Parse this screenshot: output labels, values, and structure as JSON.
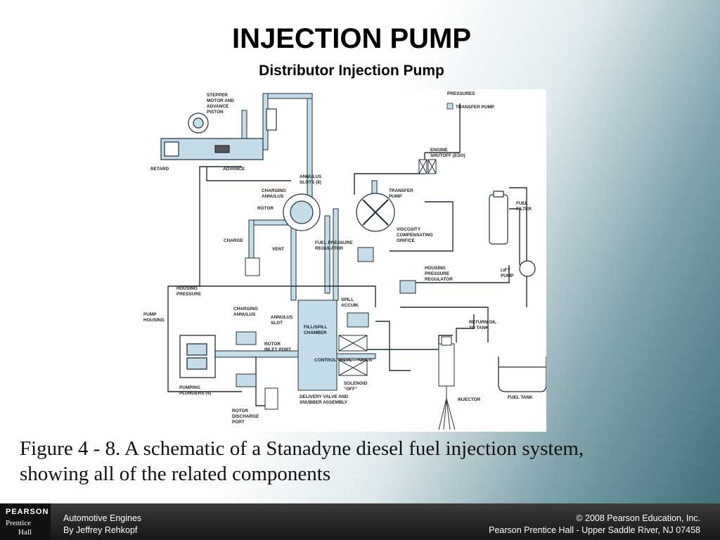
{
  "slide": {
    "title": "INJECTION PUMP",
    "subtitle": "Distributor Injection Pump",
    "caption_line1": "Figure 4 - 8. A schematic of a Stanadyne diesel fuel injection system,",
    "caption_line2": "showing all of the related components"
  },
  "diagram": {
    "legend_title": "PRESSURES",
    "legend_item": "TRANSFER PUMP",
    "legend_color": "#c5dde8",
    "labels": {
      "stepper_1": "STEPPER",
      "stepper_2": "MOTOR AND",
      "stepper_3": "ADVANCE",
      "stepper_4": "PISTON",
      "retard": "RETARD",
      "advance": "ADVANCE",
      "engine_1": "ENGINE",
      "engine_2": "SHUTOFF (ESO)",
      "annulus_slots_1": "ANNULUS",
      "annulus_slots_2": "SLOTS (8)",
      "charging_annulus_1": "CHARGING",
      "charging_annulus_2": "ANNULUS",
      "rotor": "ROTOR",
      "transfer_1": "TRANSFER",
      "transfer_2": "PUMP",
      "fuel_filter_1": "FUEL",
      "fuel_filter_2": "FILTER",
      "viscosity_1": "VISCOSITY",
      "viscosity_2": "COMPENSATING",
      "viscosity_3": "ORIFICE",
      "charge": "CHARGE",
      "vent": "VENT",
      "fuel_pressure_1": "FUEL PRESSURE",
      "fuel_pressure_2": "REGULATOR",
      "housing_reg_1": "HOUSING",
      "housing_reg_2": "PRESSURE",
      "housing_reg_3": "REGULATOR",
      "lift_1": "LIFT",
      "lift_2": "PUMP",
      "housing_pressure_1": "HOUSING",
      "housing_pressure_2": "PRESSURE",
      "spill_1": "SPILL",
      "spill_2": "ACCUM.",
      "pump_housing_1": "PUMP",
      "pump_housing_2": "HOUSING",
      "charging_annulus2_1": "CHARGING",
      "charging_annulus2_2": "ANNULUS",
      "annulus_slot_1": "ANNULUS",
      "annulus_slot_2": "SLOT",
      "fill_spill_1": "FILL/SPILL",
      "fill_spill_2": "CHAMBER",
      "return_oil_1": "RETURN OIL",
      "return_oil_2": "TO TANK",
      "rotor_inlet_1": "ROTOR",
      "rotor_inlet_2": "INLET PORT",
      "control_valve": "CONTROL VALVE – “OPEN”",
      "solenoid_1": "SOLENOID",
      "solenoid_2": "“OFF”",
      "pumping_1": "PUMPING",
      "pumping_2": "PLUNGERS (4)",
      "delivery_1": "DELIVERY VALVE AND",
      "delivery_2": "SNUBBER ASSEMBLY",
      "injector": "INJECTOR",
      "fuel_tank": "FUEL TANK",
      "rotor_discharge_1": "ROTOR",
      "rotor_discharge_2": "DISCHARGE",
      "rotor_discharge_3": "PORT"
    }
  },
  "footer": {
    "logo_line1": "PEARSON",
    "logo_line2": "Prentice",
    "logo_line3": "Hall",
    "left_line1": "Automotive Engines",
    "left_line2": "By Jeffrey Rehkopf",
    "right_line1": "© 2008 Pearson Education, Inc.",
    "right_line2": "Pearson Prentice Hall - Upper Saddle River, NJ 07458"
  }
}
